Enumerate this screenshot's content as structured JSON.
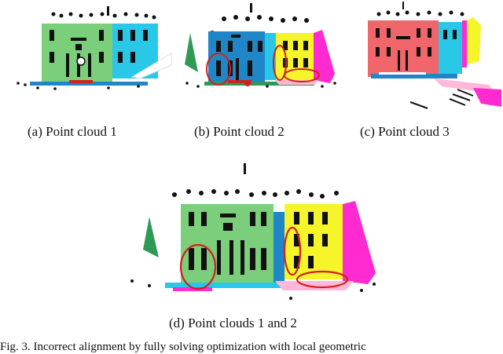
{
  "panels": [
    {
      "id": "a",
      "caption": "(a) Point cloud 1"
    },
    {
      "id": "b",
      "caption": "(b) Point cloud 2"
    },
    {
      "id": "c",
      "caption": "(c) Point cloud 3"
    },
    {
      "id": "d",
      "caption": "(d) Point clouds 1 and 2"
    }
  ],
  "figure_caption": "Fig. 3.   Incorrect alignment by fully solving optimization with local geometric",
  "colors": {
    "green": "#7ccf7a",
    "blue": "#1f86c8",
    "cyan": "#29c8e8",
    "yellow": "#f5f52a",
    "magenta": "#ff2ad0",
    "red_salmon": "#f0666a",
    "pink": "#ffb8d8",
    "dark_green": "#2f9a55",
    "highlight_red": "#d22020",
    "points_dark": "#111111"
  }
}
